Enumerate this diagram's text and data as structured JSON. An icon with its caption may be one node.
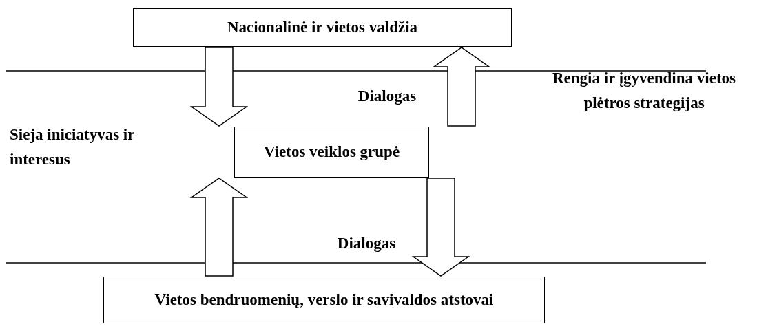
{
  "diagram": {
    "nodes": [
      {
        "text": [
          "Nacionalinė ir vietos valdžia"
        ]
      },
      {
        "text": [
          "Vietos veiklos grupė"
        ]
      },
      {
        "text": [
          "Vietos bendruomenių, verslo ir savivaldos atstovai"
        ]
      }
    ],
    "edges": [
      {
        "from": 0,
        "to": 1,
        "arrow": "to"
      },
      {
        "from": 1,
        "to": 0,
        "arrow": "to"
      },
      {
        "from": 2,
        "to": 1,
        "arrow": "to"
      },
      {
        "from": 1,
        "to": 2,
        "arrow": "to"
      }
    ],
    "labels": [
      "Dialogas",
      "Sieja iniciatyvas ir interesus",
      "Rengia ir įgyvendina vietos plėtros strategijas",
      "Dialogas"
    ]
  }
}
